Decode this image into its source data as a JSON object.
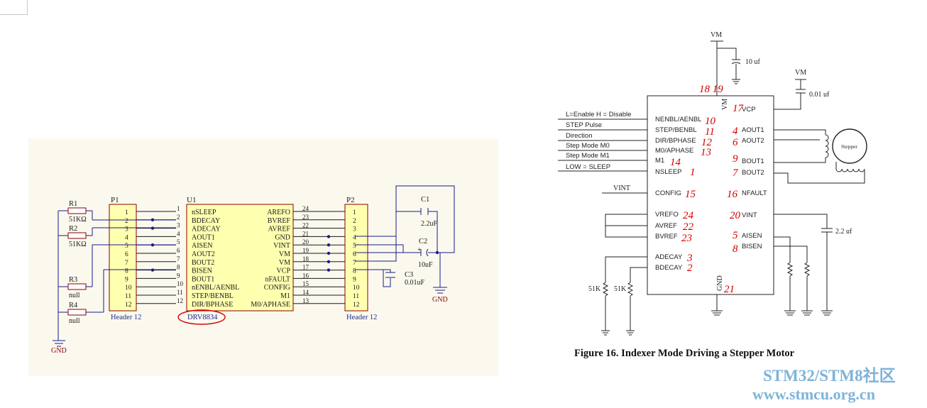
{
  "left": {
    "p1": {
      "ref": "P1",
      "name": "Header 12"
    },
    "p2": {
      "ref": "P2",
      "name": "Header 12"
    },
    "u1": {
      "ref": "U1",
      "name": "DRV8834"
    },
    "u1_left_pins": [
      {
        "num": "1",
        "name": "nSLEEP"
      },
      {
        "num": "2",
        "name": "BDECAY"
      },
      {
        "num": "3",
        "name": "ADECAY"
      },
      {
        "num": "4",
        "name": "AOUT1"
      },
      {
        "num": "5",
        "name": "AISEN"
      },
      {
        "num": "6",
        "name": "AOUT2"
      },
      {
        "num": "7",
        "name": "BOUT2"
      },
      {
        "num": "8",
        "name": "BISEN"
      },
      {
        "num": "9",
        "name": "BOUT1"
      },
      {
        "num": "10",
        "name": "nENBL/AENBL"
      },
      {
        "num": "11",
        "name": "STEP/BENBL"
      },
      {
        "num": "12",
        "name": "DIR/BPHASE"
      }
    ],
    "u1_right_pins": [
      {
        "num": "24",
        "name": "AREFO"
      },
      {
        "num": "23",
        "name": "BVREF"
      },
      {
        "num": "22",
        "name": "AVREF"
      },
      {
        "num": "21",
        "name": "GND"
      },
      {
        "num": "20",
        "name": "VINT"
      },
      {
        "num": "19",
        "name": "VM"
      },
      {
        "num": "18",
        "name": "VM"
      },
      {
        "num": "17",
        "name": "VCP"
      },
      {
        "num": "16",
        "name": "nFAULT"
      },
      {
        "num": "15",
        "name": "CONFIG"
      },
      {
        "num": "14",
        "name": "M1"
      },
      {
        "num": "13",
        "name": "M0/APHASE"
      }
    ],
    "header_pins": [
      "1",
      "2",
      "3",
      "4",
      "5",
      "6",
      "7",
      "8",
      "9",
      "10",
      "11",
      "12"
    ],
    "r1": {
      "ref": "R1",
      "value": "51KΩ"
    },
    "r2": {
      "ref": "R2",
      "value": "51KΩ"
    },
    "r3": {
      "ref": "R3",
      "value": "null"
    },
    "r4": {
      "ref": "R4",
      "value": "null"
    },
    "c1": {
      "ref": "C1",
      "value": "2.2uF"
    },
    "c2": {
      "ref": "C2",
      "value": "10uF",
      "polarity": "+"
    },
    "c3": {
      "ref": "C3",
      "value": "0.01uF"
    },
    "gnd_left": "GND",
    "gnd_right": "GND"
  },
  "right": {
    "vm_top": "VM",
    "cap_top": "10 uf",
    "vm_right": "VM",
    "cap_right": "0.01 uf",
    "cap_vint": "2.2 uf",
    "vm_pin": "VM",
    "gnd_pin": "GND",
    "input_labels": [
      "L=Enable H = Disable",
      "STEP Pulse",
      "Direction",
      "Step Mode M0",
      "Step Mode M1",
      "LOW = SLEEP"
    ],
    "vint_in": "VINT",
    "left_pins": [
      "NENBL/AENBL",
      "STEP/BENBL",
      "DIR/BPHASE",
      "M0/APHASE",
      "M1",
      "NSLEEP",
      "CONFIG",
      "VREFO",
      "AVREF",
      "BVREF",
      "ADECAY",
      "BDECAY"
    ],
    "right_pins": [
      "VCP",
      "AOUT1",
      "AOUT2",
      "BOUT1",
      "BOUT2",
      "NFAULT",
      "VINT",
      "AISEN",
      "BISEN"
    ],
    "stepper": "Stepper",
    "r_51k_a": "51K",
    "r_51k_b": "51K",
    "caption": "Figure 16.  Indexer Mode Driving a Stepper Motor",
    "annotations": {
      "vm": "18 19",
      "nenbl": "10",
      "step": "11",
      "dir": "12",
      "m0": "13",
      "m1": "14",
      "nsleep": "1",
      "config": "15",
      "vrefo": "24",
      "avref": "22",
      "bvref": "23",
      "adecay": "3",
      "bdecay": "2",
      "vcp": "17",
      "aout1": "4",
      "aout2": "6",
      "bout1": "9",
      "bout2": "7",
      "nfault": "16",
      "vint": "20",
      "aisen": "5",
      "bisen": "8",
      "gnd": "21"
    }
  },
  "watermark": {
    "line1": "STM32/STM8社区",
    "line2": "www.stmcu.org.cn"
  },
  "colors": {
    "wire": "#1a1a8c",
    "component": "#8b0000",
    "ic_fill": "#ffffb0",
    "dot": "#1a1a8c",
    "grid_bg": "#fbf9ee",
    "annotation": "#d40000",
    "watermark": "#7fb3d9"
  }
}
